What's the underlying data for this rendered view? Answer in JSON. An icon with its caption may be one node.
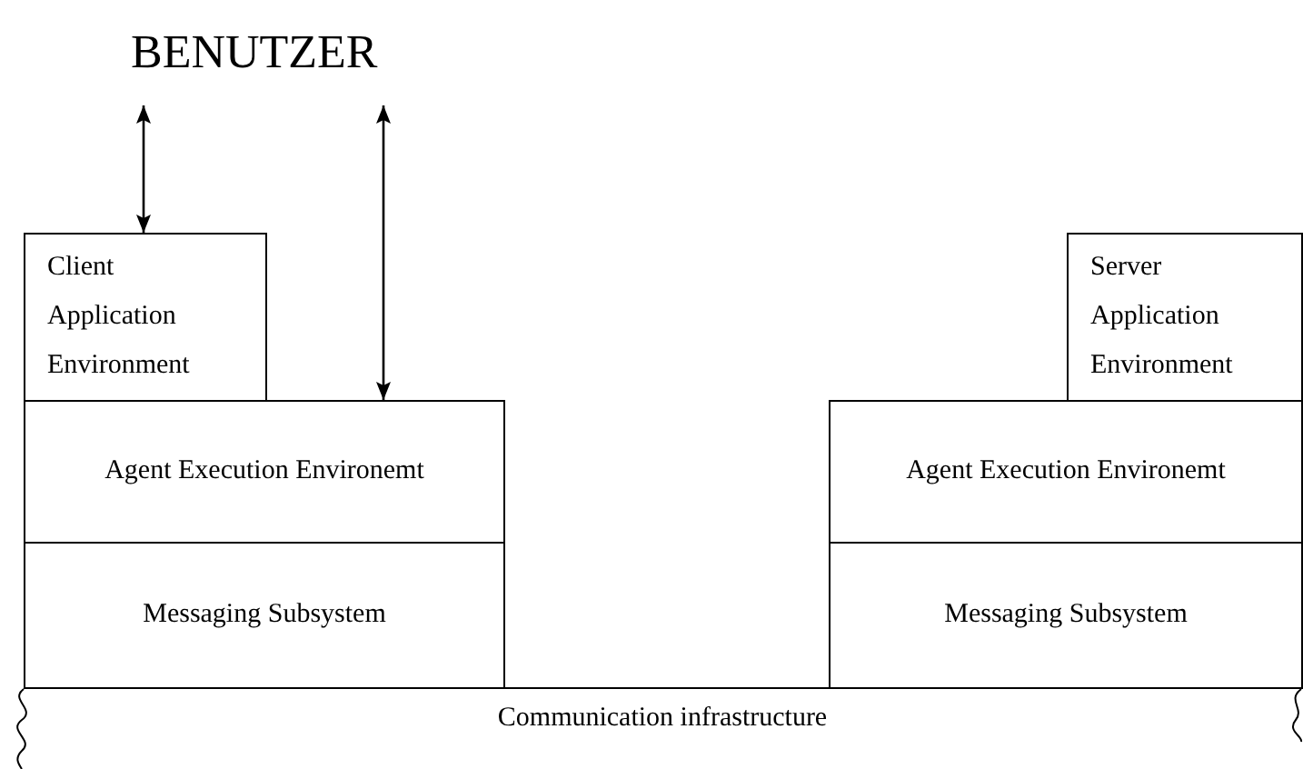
{
  "diagram": {
    "nodes": [
      {
        "text": [
          "Client Application Environment"
        ]
      },
      {
        "text": [
          "Agent Execution Environemt"
        ]
      },
      {
        "text": [
          "Messaging Subsystem"
        ]
      },
      {
        "text": [
          "Server Application Environment"
        ]
      },
      {
        "text": [
          "Agent Execution Environemt"
        ]
      },
      {
        "text": [
          "Messaging Subsystem"
        ]
      },
      {
        "text": [
          "Communication infrastructure"
        ]
      }
    ],
    "edges": [
      {
        "from": null,
        "to": 0,
        "arrow": "both"
      },
      {
        "from": null,
        "to": 1,
        "arrow": "both"
      }
    ],
    "labels": [
      "BENUTZER"
    ]
  }
}
